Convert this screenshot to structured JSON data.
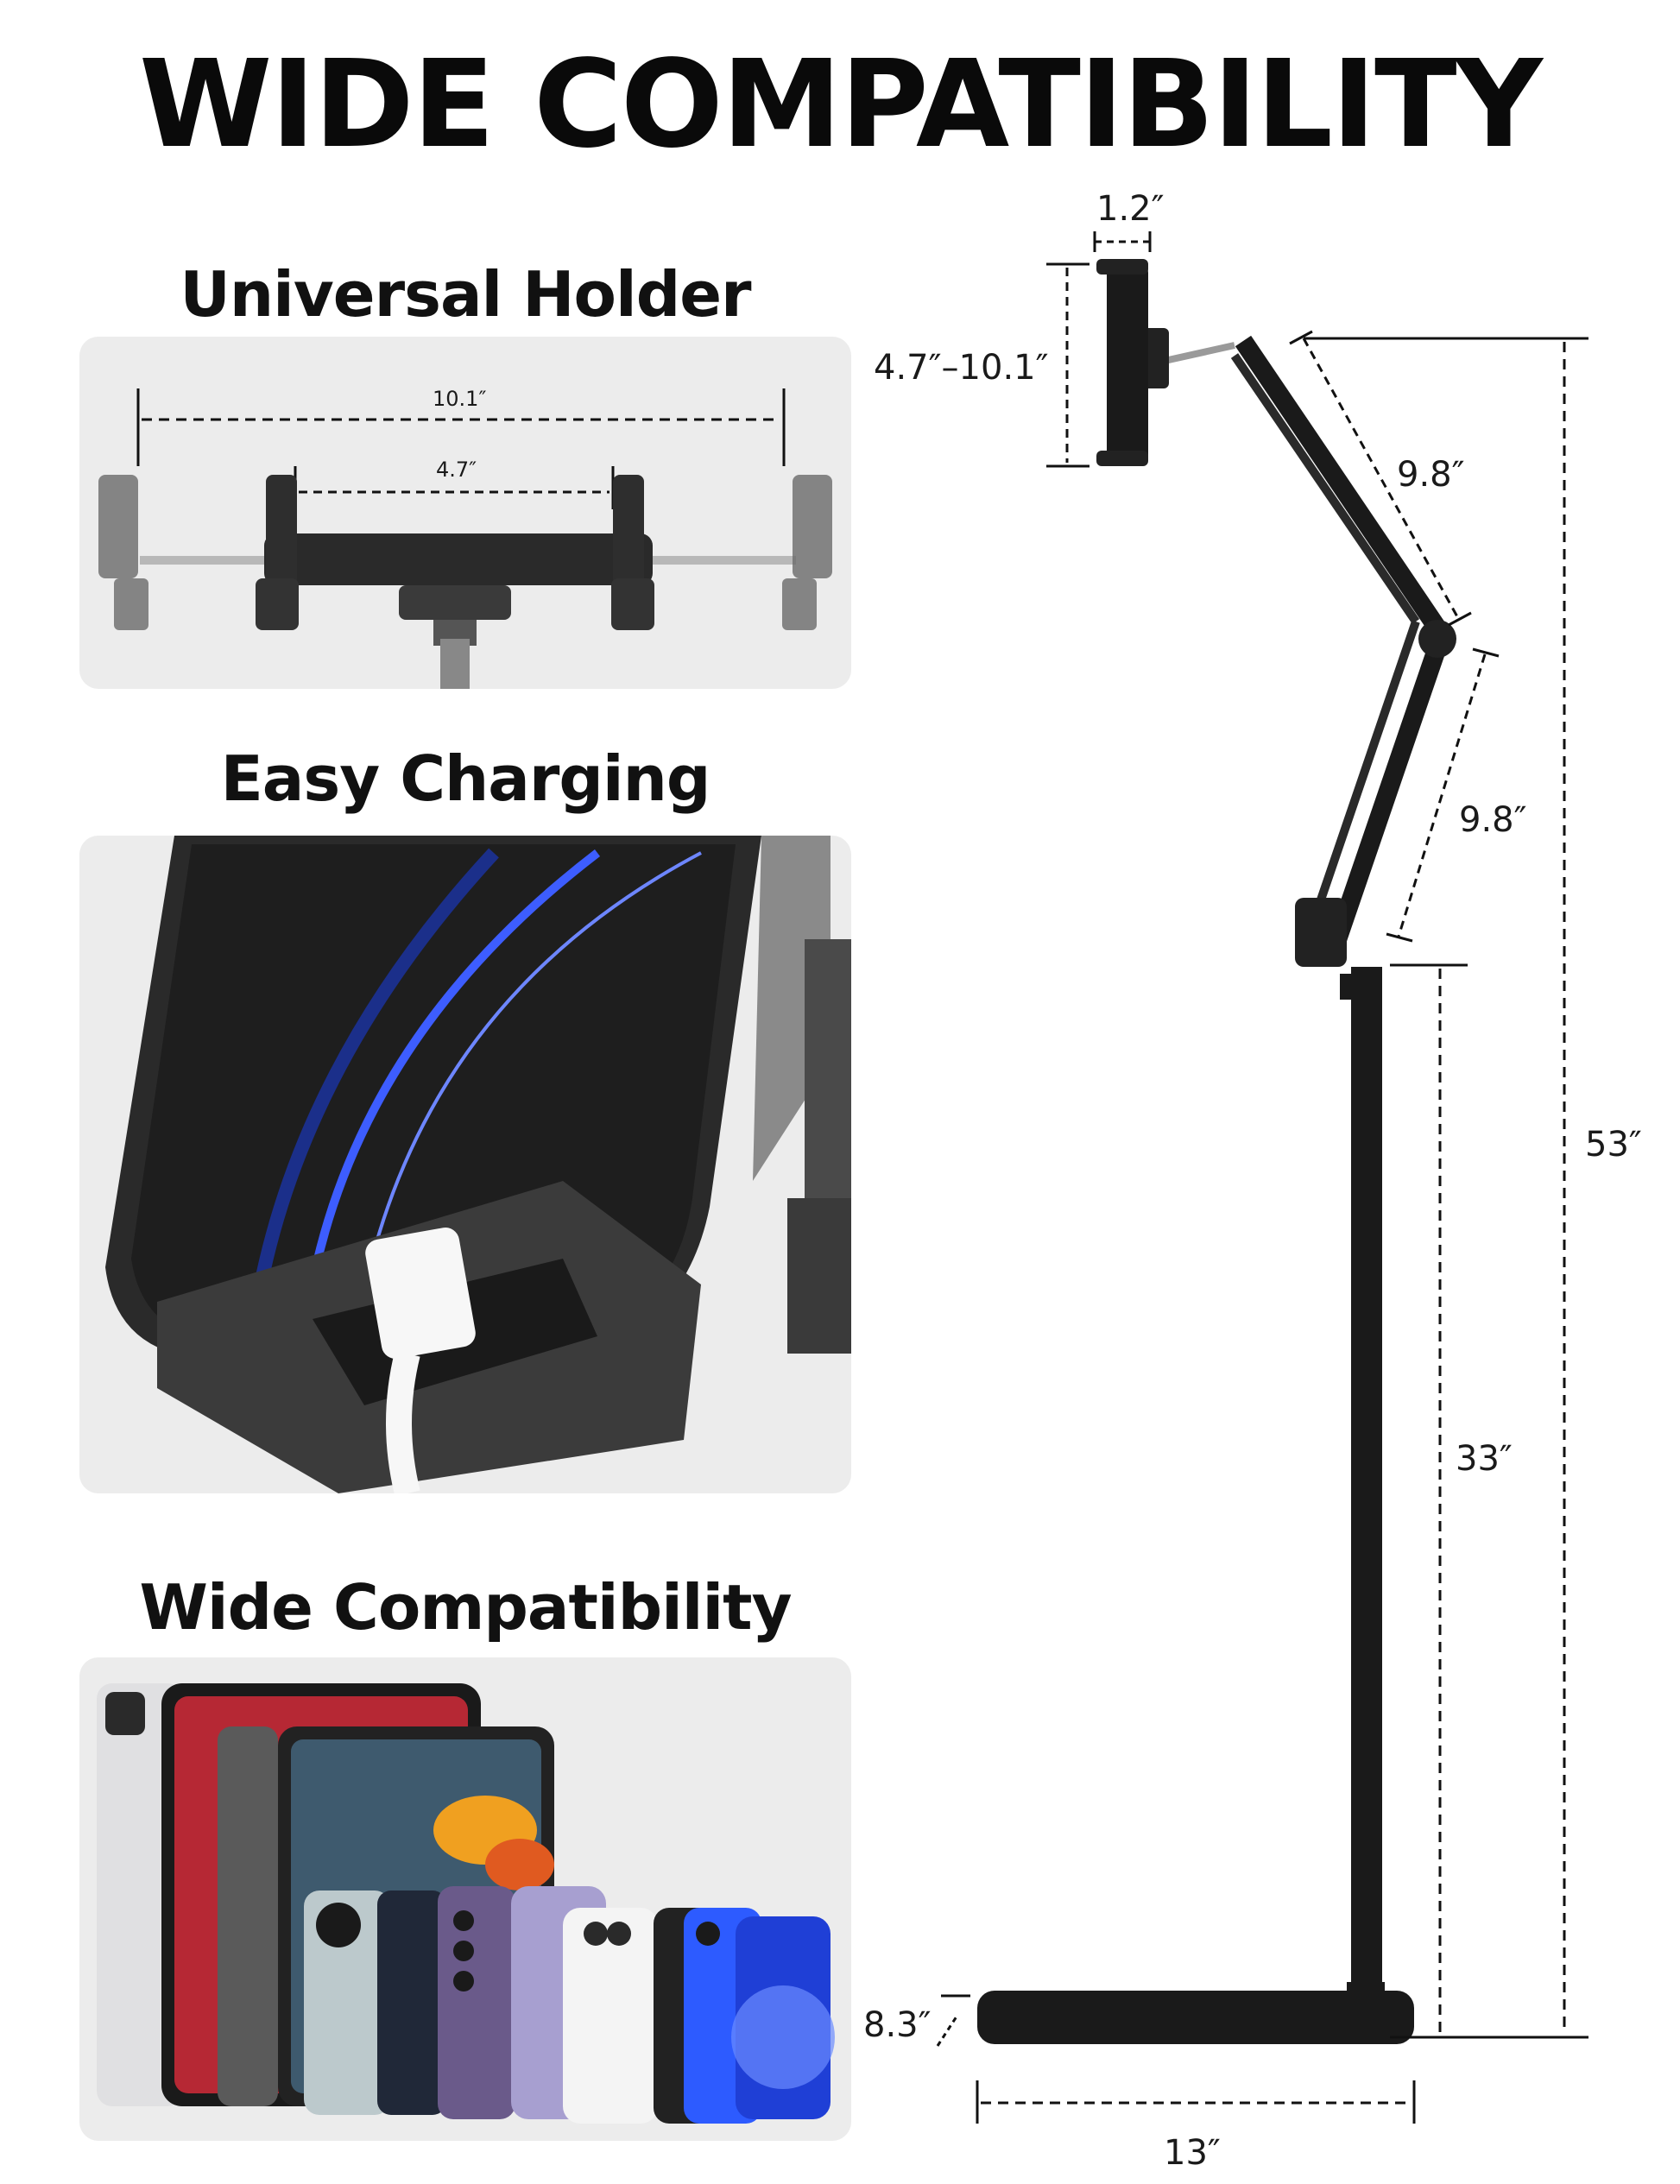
{
  "title": "WIDE COMPATIBILITY",
  "sections": [
    {
      "heading": "Universal Holder"
    },
    {
      "heading": "Easy Charging"
    },
    {
      "heading": "Wide Compatibility"
    }
  ],
  "holder_dimensions": {
    "max": "10.1″",
    "min": "4.7″"
  },
  "stand_dimensions": {
    "clamp_depth": "1.2″",
    "clamp_range": "4.7″–10.1″",
    "upper_arm": "9.8″",
    "lower_arm": "9.8″",
    "total_height": "53″",
    "pole_height": "33″",
    "base_depth": "8.3″",
    "base_width": "13″"
  },
  "colors": {
    "panel": "#ececec",
    "metal": "#1c1c1c",
    "accent_blue": "#2d5bff"
  },
  "icons": [
    "phone-clamp-icon",
    "usb-cable-icon",
    "devices-icon",
    "floor-stand-icon"
  ]
}
